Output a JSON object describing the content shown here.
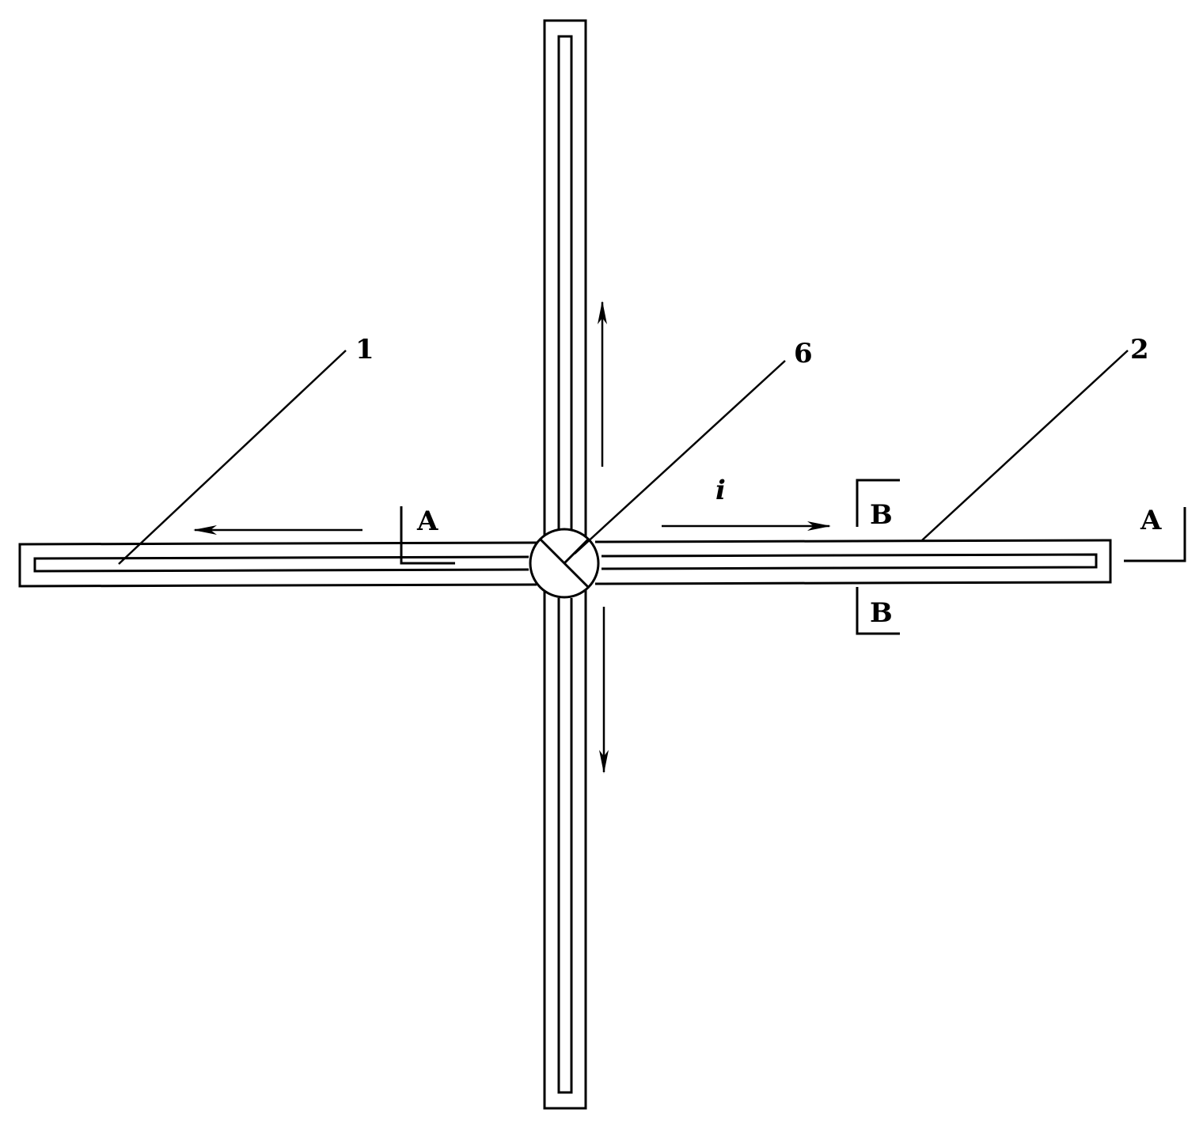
{
  "labels": {
    "part_1": "1",
    "part_2": "2",
    "part_6": "6",
    "current": "i",
    "section_a_left": "A",
    "section_a_right": "A",
    "section_b_top": "B",
    "section_b_bottom": "B"
  },
  "colors": {
    "line": "#000000",
    "background": "#ffffff"
  }
}
